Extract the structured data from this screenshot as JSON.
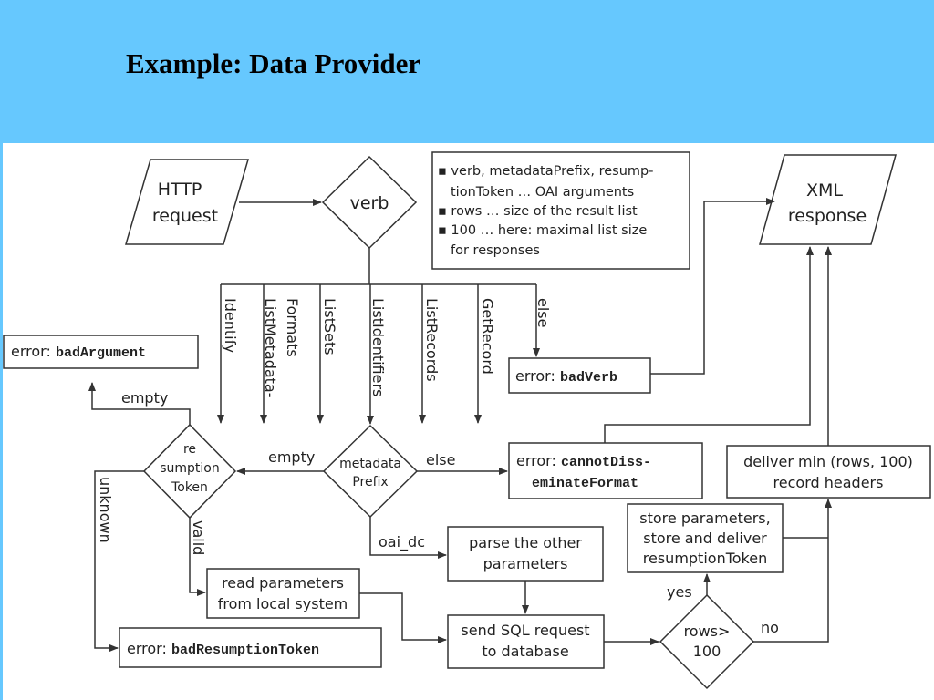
{
  "title": "Example: Data Provider",
  "nodes": {
    "http_request": [
      "HTTP",
      "request"
    ],
    "verb": "verb",
    "xml_response": [
      "XML",
      "response"
    ],
    "error_bad_argument": {
      "prefix": "error: ",
      "code": "badArgument"
    },
    "error_bad_verb": {
      "prefix": "error: ",
      "code": "badVerb"
    },
    "error_cannot_disseminate": {
      "prefix": "error: ",
      "code_line1": "cannotDiss-",
      "code_line2": "eminateFormat"
    },
    "deliver_headers": [
      "deliver min (rows, 100)",
      "record headers"
    ],
    "resumption_token": [
      "re",
      "sumption",
      "Token"
    ],
    "metadata_prefix": [
      "metadata",
      "Prefix"
    ],
    "store_parameters": [
      "store parameters,",
      "store and deliver",
      "resumptionToken"
    ],
    "parse_parameters": [
      "parse the other",
      "parameters"
    ],
    "read_parameters": [
      "read parameters",
      "from local system"
    ],
    "send_sql": [
      "send SQL request",
      "to database"
    ],
    "error_bad_resumption_token": {
      "prefix": "error: ",
      "code": "badResumptionToken"
    },
    "rows_decision": [
      "rows>",
      "100"
    ]
  },
  "legend": [
    "▪ verb, metadataPrefix, resump-",
    "tionToken … OAI arguments",
    "▪ rows … size of the result list",
    "▪ 100 … here: maximal list size",
    "for responses"
  ],
  "verb_branches": [
    "Identify",
    "ListMetadata-",
    "Formats",
    "ListSets",
    "ListIdentifiers",
    "ListRecords",
    "GetRecord",
    "else"
  ],
  "edge_labels": {
    "empty_top": "empty",
    "empty_mid": "empty",
    "else_mid": "else",
    "unknown": "unknown",
    "valid": "valid",
    "oai_dc": "oai_dc",
    "yes": "yes",
    "no": "no"
  },
  "colors": {
    "header": "#66c8fe",
    "line": "#333333"
  }
}
